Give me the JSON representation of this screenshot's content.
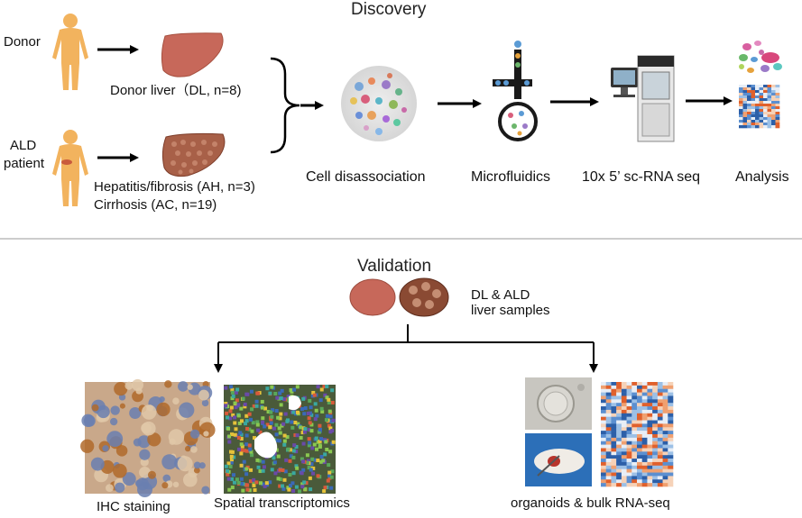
{
  "sections": {
    "discovery": "Discovery",
    "validation": "Validation"
  },
  "subjects": {
    "donor": "Donor",
    "ald_line1": "ALD",
    "ald_line2": "patient"
  },
  "samples": {
    "donor_liver": "Donor liver（DL, n=8)",
    "hepatitis": "Hepatitis/fibrosis (AH, n=3)",
    "cirrhosis": "Cirrhosis (AC, n=19)"
  },
  "pipeline": [
    "Cell disassociation",
    "Microfluidics",
    "10x 5’ sc-RNA seq",
    "Analysis"
  ],
  "validation_samples": {
    "line1": "DL & ALD",
    "line2": "liver samples"
  },
  "methods": {
    "ihc": "IHC staining",
    "spatial": "Spatial transcriptomics",
    "organoids": "organoids & bulk RNA-seq"
  },
  "colors": {
    "human_body": "#f2b35e",
    "healthy_liver": "#c7685a",
    "diseased_liver": "#a86048",
    "arrow": "#000000",
    "divider": "#bbbbbb"
  }
}
